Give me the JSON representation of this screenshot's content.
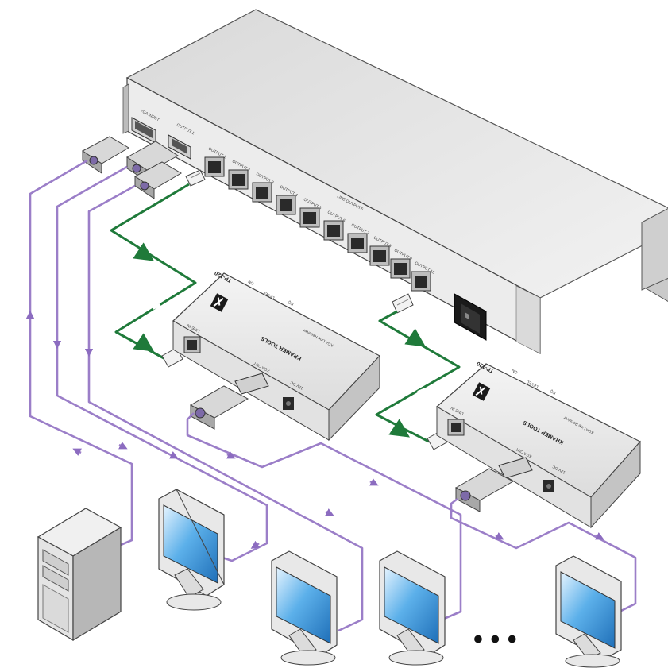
{
  "main_unit": {
    "vga_input_label": "VGA INPUT",
    "output1_top_label": "OUTPUT 1",
    "line_outputs_label": "LINE OUTPUTS",
    "outputs": [
      "OUTPUT 1",
      "OUTPUT 2",
      "OUTPUT 3",
      "OUTPUT 4",
      "OUTPUT 5",
      "OUTPUT 6",
      "OUTPUT 7",
      "OUTPUT 8",
      "OUTPUT 9",
      "OUTPUT 10"
    ]
  },
  "receiver": {
    "brand": "KRAMER TOOLS",
    "model": "TP-120",
    "subtitle": "XGA Line Receiver",
    "line_in": "LINE IN",
    "xga_out": "XGA OUT",
    "power": "12V DC",
    "level": "LEVEL",
    "eq": "EQ",
    "on": "ON"
  },
  "ellipsis": "• • •",
  "colors": {
    "vga_cable": "#9b7ec8",
    "twisted_pair_cable": "#1f7a3a",
    "device_body": "#e6e6e6",
    "screen": "#4aa0e0"
  }
}
